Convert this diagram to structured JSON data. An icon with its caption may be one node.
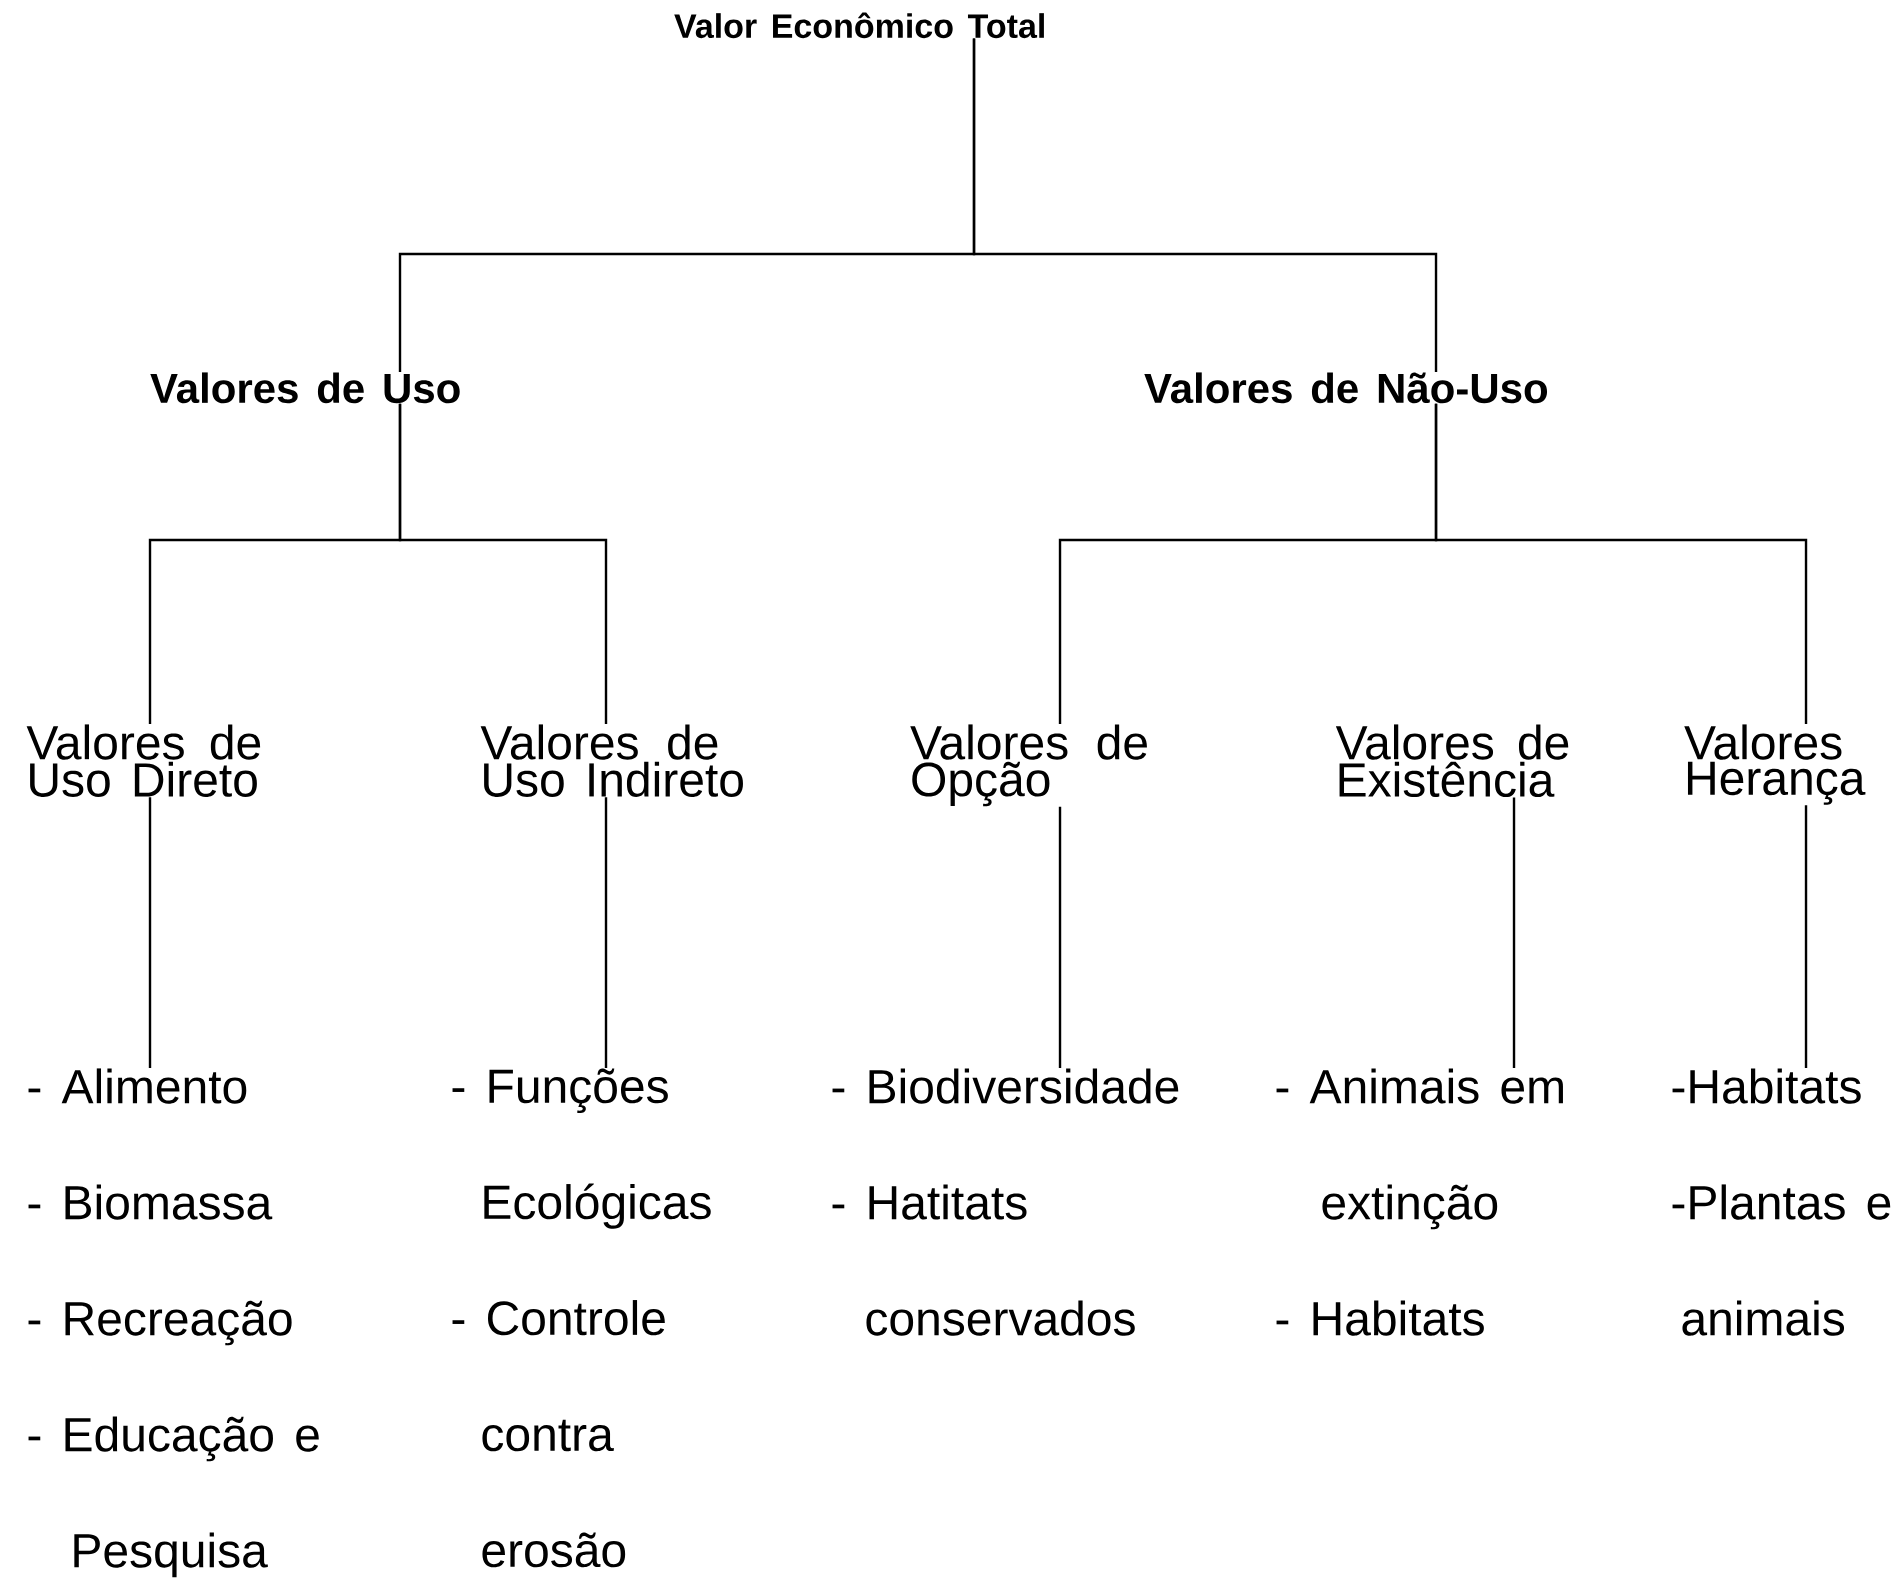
{
  "diagram": {
    "nodes": [
      {
        "text": [
          "Valor Econômico Total"
        ]
      },
      {
        "text": [
          "Valores de Uso"
        ]
      },
      {
        "text": [
          "Valores de Não-Uso"
        ]
      },
      {
        "text": [
          "Valores de Uso Direto"
        ]
      },
      {
        "text": [
          "Valores de Uso Indireto"
        ]
      },
      {
        "text": [
          "Valores de Opção"
        ]
      },
      {
        "text": [
          "Valores de Existência"
        ]
      },
      {
        "text": [
          "Valores Herança"
        ]
      },
      {
        "text": [
          "- Alimento",
          "- Biomassa",
          "- Recreação",
          "- Educação e Pesquisa"
        ]
      },
      {
        "text": [
          "- Funções Ecológicas",
          "- Controle contra erosão"
        ]
      },
      {
        "text": [
          "- Biodiversidade",
          "- Hatitats conservados"
        ]
      },
      {
        "text": [
          "- Animais em extinção",
          "- Habitats"
        ]
      },
      {
        "text": [
          "-Habitats",
          "-Plantas e animais"
        ]
      }
    ],
    "edges": [
      {
        "from": 0,
        "to": 1,
        "arrow": "none"
      },
      {
        "from": 0,
        "to": 2,
        "arrow": "none"
      },
      {
        "from": 1,
        "to": 3,
        "arrow": "none"
      },
      {
        "from": 1,
        "to": 4,
        "arrow": "none"
      },
      {
        "from": 2,
        "to": 5,
        "arrow": "none"
      },
      {
        "from": 2,
        "to": 7,
        "arrow": "none"
      },
      {
        "from": 3,
        "to": 8,
        "arrow": "none"
      },
      {
        "from": 4,
        "to": 9,
        "arrow": "none"
      },
      {
        "from": 5,
        "to": 10,
        "arrow": "none"
      },
      {
        "from": 6,
        "to": 11,
        "arrow": "none"
      },
      {
        "from": 7,
        "to": 12,
        "arrow": "none"
      }
    ]
  }
}
